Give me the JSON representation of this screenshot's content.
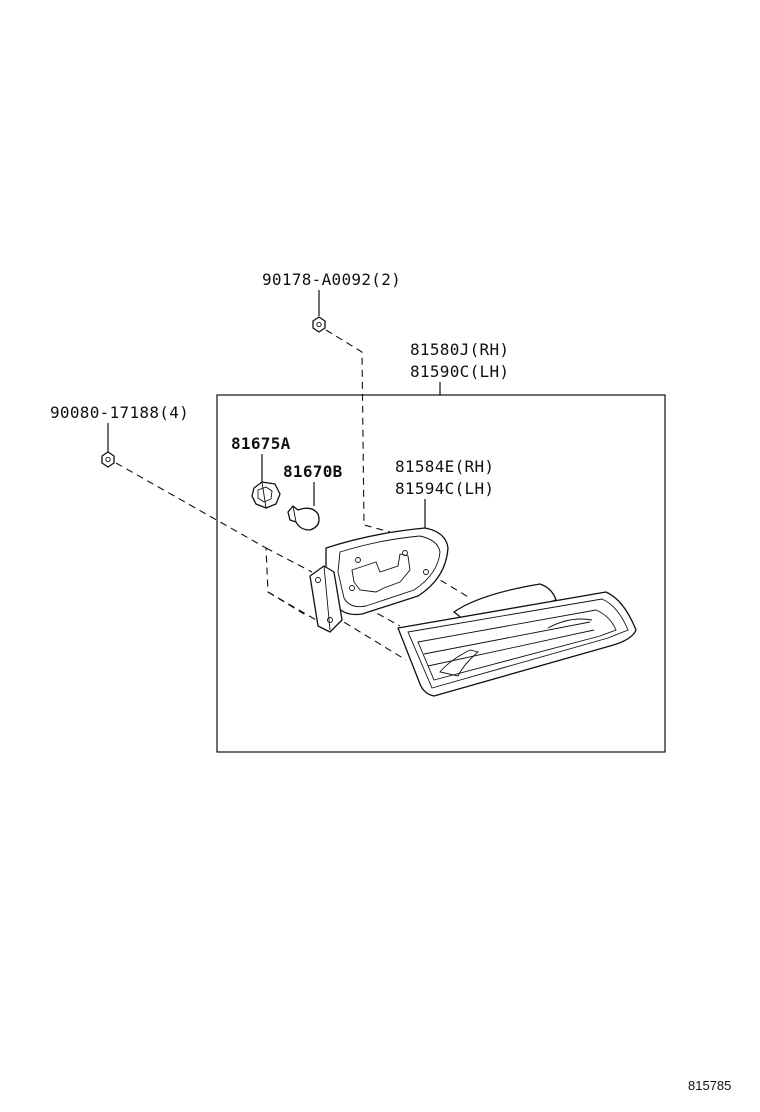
{
  "diagram": {
    "labels": {
      "screw_top": "90178-A0092(2)",
      "lamp_assy_rh": "81580J(RH)",
      "lamp_assy_lh": "81590C(LH)",
      "screw_left": "90080-17188(4)",
      "socket": "81675A",
      "bulb": "81670B",
      "lens_rh": "81584E(RH)",
      "lens_lh": "81594C(LH)"
    },
    "reference_code": "815785"
  }
}
